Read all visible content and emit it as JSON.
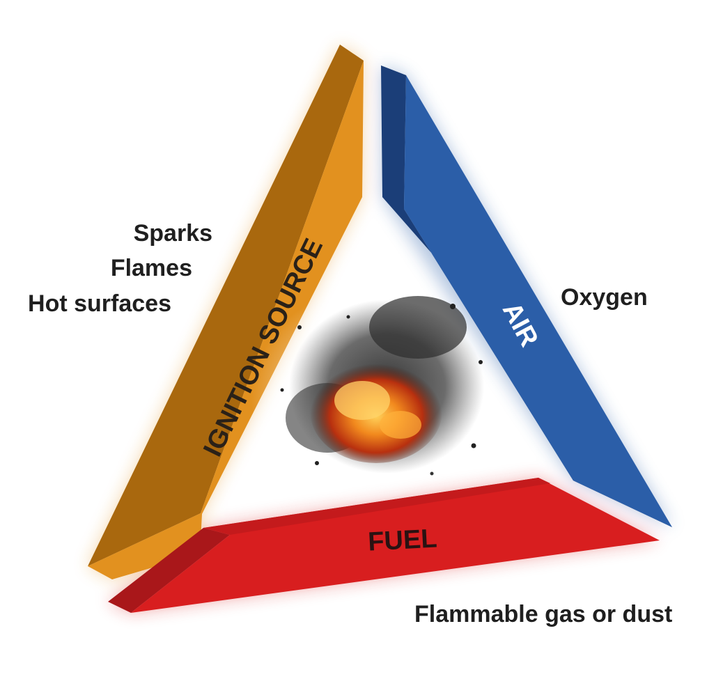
{
  "diagram": {
    "sides": [
      {
        "key": "ignition",
        "label": "IGNITION SOURCE",
        "color": "#E2911F",
        "shade_color": "#A9680E",
        "label_color": "#2a2118",
        "examples": [
          "Sparks",
          "Flames",
          "Hot surfaces"
        ]
      },
      {
        "key": "air",
        "label": "AIR",
        "color": "#2B5EA8",
        "shade_color": "#1B3E78",
        "label_color": "#ffffff",
        "examples": [
          "Oxygen"
        ]
      },
      {
        "key": "fuel",
        "label": "FUEL",
        "color": "#D81E1F",
        "shade_color": "#A9171A",
        "label_color": "#2a1212",
        "examples": [
          "Flammable gas or dust"
        ]
      }
    ],
    "center_graphic": "explosion-icon"
  }
}
